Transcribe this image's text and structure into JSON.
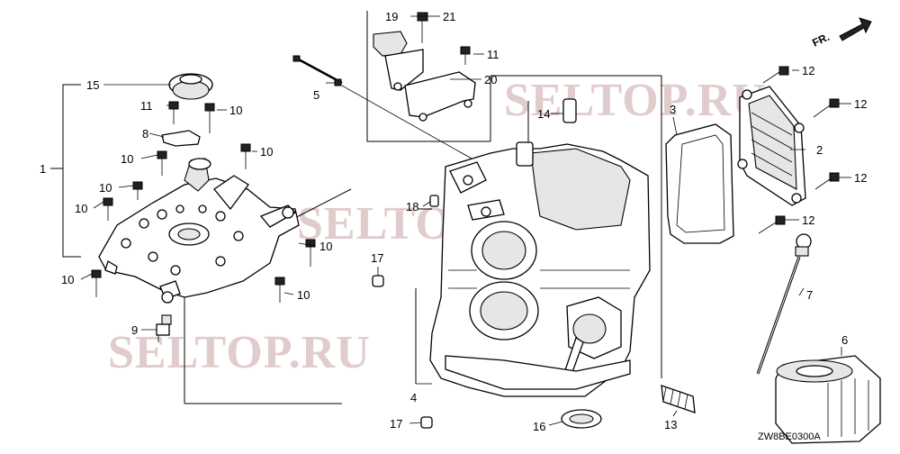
{
  "diagram": {
    "orientation_label": "FR.",
    "drawing_code": "ZW8BE0300A",
    "watermarks": [
      "SELTOP.RU",
      "SELTOP.RU",
      "SELTOP.RU"
    ],
    "callouts": {
      "c1": "1",
      "c2": "2",
      "c3": "3",
      "c4": "4",
      "c5": "5",
      "c6": "6",
      "c7": "7",
      "c8": "8",
      "c9": "9",
      "c13": "13",
      "c14": "14",
      "c15": "15",
      "c16": "16",
      "c17a": "17",
      "c17b": "17",
      "c18": "18",
      "c19": "19",
      "c20": "20",
      "c21": "21",
      "c10a": "10",
      "c10b": "10",
      "c10c": "10",
      "c10d": "10",
      "c10e": "10",
      "c10f": "10",
      "c10g": "10",
      "c10h": "10",
      "c11a": "11",
      "c11b": "11",
      "c12a": "12",
      "c12b": "12",
      "c12c": "12",
      "c12d": "12"
    },
    "colors": {
      "line": "#000000",
      "watermark": "#c9a3a6",
      "background": "#ffffff"
    }
  }
}
